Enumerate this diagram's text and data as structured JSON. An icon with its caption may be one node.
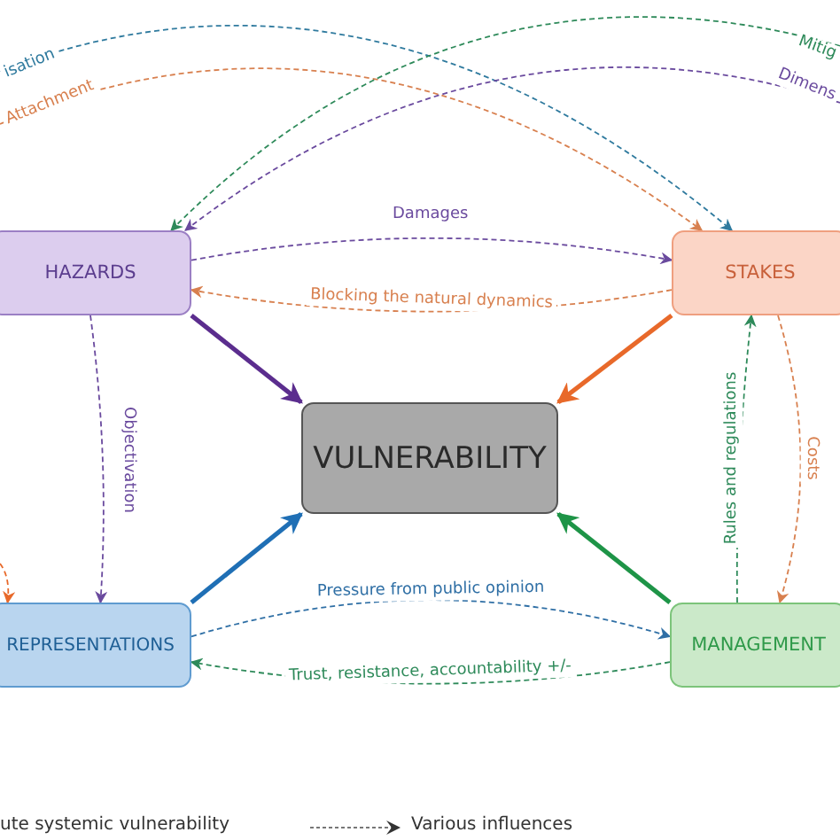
{
  "diagram": {
    "nodes": [
      {
        "text": [
          "HAZARDS"
        ]
      },
      {
        "text": [
          "STAKES"
        ]
      },
      {
        "text": [
          "VULNERABILITY"
        ]
      },
      {
        "text": [
          "REPRESENTATIONS"
        ]
      },
      {
        "text": [
          "MANAGEMENT"
        ]
      }
    ],
    "edges": [
      {
        "from": 0,
        "to": 2,
        "arrow": "to",
        "style": "thick",
        "color": "#5b2d8e"
      },
      {
        "from": 1,
        "to": 2,
        "arrow": "to",
        "style": "thick",
        "color": "#e8692a"
      },
      {
        "from": 3,
        "to": 2,
        "arrow": "to",
        "style": "thick",
        "color": "#1f6fb5"
      },
      {
        "from": 4,
        "to": 2,
        "arrow": "to",
        "style": "thick",
        "color": "#1e9447"
      },
      {
        "from": 0,
        "to": 1,
        "arrow": "to",
        "label": "Damages",
        "style": "dashed",
        "color": "#6a4a9e"
      },
      {
        "from": 1,
        "to": 0,
        "arrow": "to",
        "label": "Blocking the natural dynamics",
        "style": "dashed",
        "color": "#d8804f"
      },
      {
        "from": 3,
        "to": 4,
        "arrow": "to",
        "label": "Pressure from public opinion",
        "style": "dashed",
        "color": "#2f6fa5"
      },
      {
        "from": 4,
        "to": 3,
        "arrow": "to",
        "label": "Trust, resistance, accountability +/-",
        "style": "dashed",
        "color": "#2e8a5a"
      },
      {
        "from": 0,
        "to": 3,
        "arrow": "to",
        "label": "Objectivation",
        "style": "dashed",
        "color": "#6a4a9e"
      },
      {
        "from": 4,
        "to": 1,
        "arrow": "to",
        "label": "Rules and regulations",
        "style": "dashed",
        "color": "#2e8a5a"
      },
      {
        "from": 1,
        "to": 4,
        "arrow": "to",
        "label": "Costs",
        "style": "dashed",
        "color": "#d8804f"
      },
      {
        "from": null,
        "to": 1,
        "arrow": "to",
        "label": "isation",
        "style": "dashed",
        "color": "#2f7a9e"
      },
      {
        "from": null,
        "to": 1,
        "arrow": "to",
        "label": "Attachment",
        "style": "dashed",
        "color": "#d8804f"
      },
      {
        "from": null,
        "to": 0,
        "arrow": "to",
        "label": "Mitig",
        "style": "dashed",
        "color": "#2e8a5a"
      },
      {
        "from": null,
        "to": 0,
        "arrow": "to",
        "label": "Dimens",
        "style": "dashed",
        "color": "#6a4a9e"
      },
      {
        "from": null,
        "to": 3,
        "arrow": "to",
        "style": "dashed",
        "color": "#e8692a"
      }
    ],
    "legend": [
      {
        "text": "ute systemic vulnerability"
      },
      {
        "text": "Various influences"
      }
    ]
  }
}
